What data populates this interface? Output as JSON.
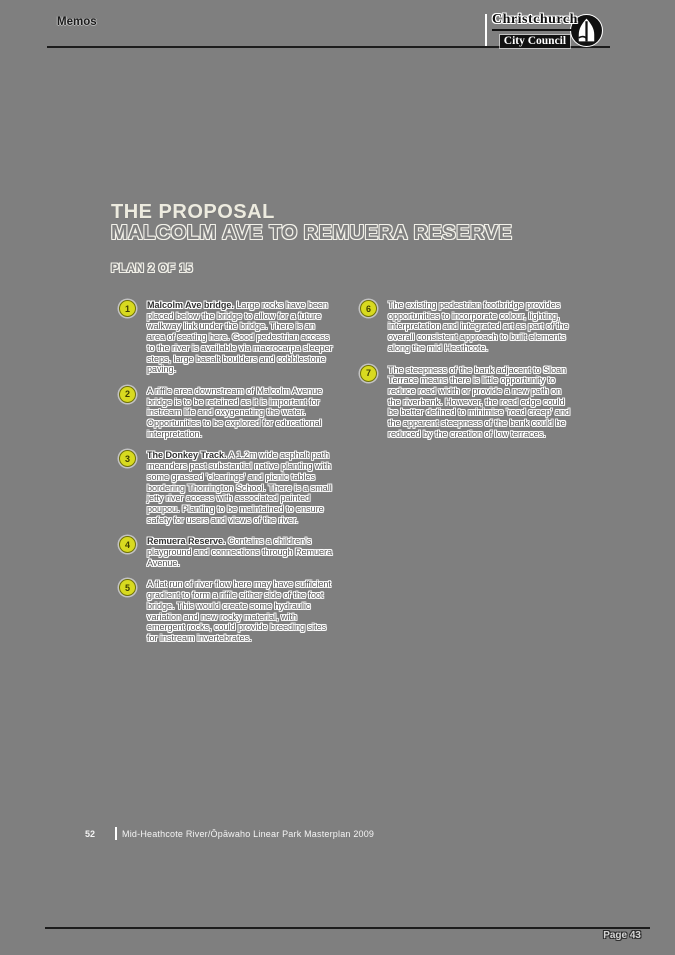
{
  "header": {
    "title": "Memos",
    "logo_line1": "Christchurch",
    "logo_line2": "City Council"
  },
  "proposal": {
    "title_line1": "THE PROPOSAL",
    "title_line2": "MALCOLM AVE TO REMUERA RESERVE",
    "plan_label": "PLAN 2 OF 15"
  },
  "items_left": [
    {
      "number": "1",
      "bold": "Malcolm Ave bridge.",
      "text": " Large rocks have been placed below the bridge to allow for a future walkway link under the bridge. There is an area of seating here. Good pedestrian access to the river is available via macrocarpa sleeper steps, large basalt boulders and cobblestone paving."
    },
    {
      "number": "2",
      "bold": "",
      "text": "A riffle area downstream of Malcolm Avenue bridge is to be retained as it is important for instream life and oxygenating the water. Opportunities to be explored for educational interpretation."
    },
    {
      "number": "3",
      "bold": "The Donkey Track.",
      "text": " A 1.2m wide asphalt path meanders past substantial native planting with some grassed 'clearings' and picnic tables bordering Thorrington School. There is a small jetty river access with associated painted poupou. Planting to be maintained to ensure safety for users and views of the river."
    },
    {
      "number": "4",
      "bold": "Remuera Reserve.",
      "text": " Contains a children's playground and connections through Remuera Avenue."
    },
    {
      "number": "5",
      "bold": "",
      "text": "A flat run of river flow here may have sufficient gradient to form a riffle either side of the foot bridge. This would create some hydraulic variation and new rocky material, with emergent rocks, could provide breeding sites for instream invertebrates."
    }
  ],
  "items_right": [
    {
      "number": "6",
      "bold": "",
      "text": "The existing pedestrian footbridge provides opportunities to incorporate colour, lighting, interpretation and integrated art as part of the overall consistent approach to built elements along the mid Heathcote."
    },
    {
      "number": "7",
      "bold": "",
      "text": "The steepness of the bank adjacent to Sloan Terrace means there is little opportunity to reduce road width or provide a new path on the riverbank. However, the road edge could be better defined to minimise 'road creep' and the apparent steepness of the bank could be reduced by the creation of low terraces."
    }
  ],
  "footer": {
    "doc_page_number": "52",
    "doc_title": "Mid-Heathcote River/Ōpāwaho Linear Park Masterplan 2009",
    "page_label": "Page 43"
  },
  "colors": {
    "background": "#7f7f7f",
    "rule": "#1c1c1c",
    "marker_fill": "#d8da20",
    "marker_border": "#6f7008",
    "marker_text": "#3c3d00",
    "text_halo": "#ffffff",
    "body_text": "#545454",
    "title_fill": "#edebdf"
  }
}
